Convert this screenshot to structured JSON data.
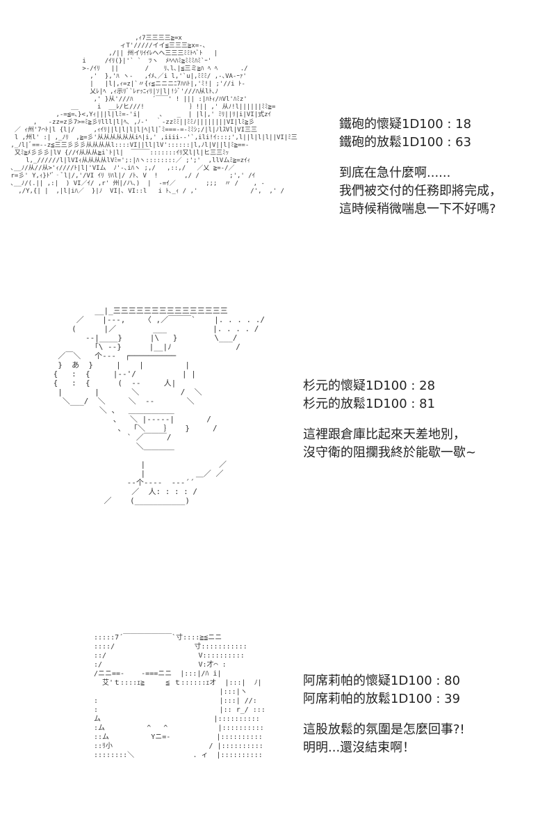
{
  "panels": [
    {
      "stats": [
        "鐵砲的懷疑1D100 : 18",
        "鐵砲的放鬆1D100 : 63"
      ],
      "dialogue": [
        "到底在急什麼啊......",
        "我們被交付的任務即將完成，",
        "這時候稍微喘息一下不好嗎?"
      ]
    },
    {
      "stats": [
        "杉元的懷疑1D100 : 28",
        "杉元的放鬆1D100 : 81"
      ],
      "dialogue": [
        "這裡跟倉庫比起來天差地別，",
        "沒守衛的阻攔我終於能歇一歇~"
      ]
    },
    {
      "stats": [
        "阿席莉帕的懷疑1D100 : 80",
        "阿席莉帕的放鬆1D100 : 39"
      ],
      "dialogue": [
        "這股放鬆的氛圍是怎麼回事?!",
        "明明...還沒結束啊！"
      ]
    }
  ],
  "art": {
    "panel1": "                                  ,ｨ7三三三三≧=x\n                              ィT'/////イイ≦三三三≧x=-､\n                           ,/|| 州イﾘｲｲﾚヘヘ三三三ﾐﾐﾄﾍﾞﾄ   |\n                    i     /ｲﾘ(}|'` `  ﾂヽ  ﾒﾍﾍﾊﾐ≧ﾐﾐﾐﾊﾐ`ｰ'\n                    >-/ｲﾘ   ||       /    ﾘ､l､|≦三ミ≧ﾊ ﾍ ﾍ      ./\n                      ,'  },'ﾊ ヽ-   ,ｲﾒ､／i l,'`u|,ﾐﾐﾐ/ ,-､VA‐ｰｧ'\n                      |   |l|,ｨ=z|`〃{ｨ≦ニニニﾆ7ﾊﾊﾄ|,'ﾐ!| ;'//i ﾄ-\n                      乂ﾚ|ﾍ ,ｨ示ﾘﾞ`ﾚrｯﾆｨﾘ|ｿ|l|!ｼﾞ'///ﾊ从lﾄ､ﾉ\n                       ,' }从'///ﾊ     ´￣￣' ! ||| :|ﾊﾄｨ/ﾊVl'ﾊﾐz'\n                 __     i  __ﾚ/ヒ///!            ｝!|| ,' 从ﾉ!l||||||ﾐﾐ≧=\n             ,-=≦=､}<,Yｨ|||l|lﾐ=-'i|     、   _  | |l|,' ﾐﾘ||ﾘ|i|VI|式zｲ\n       ,   -zz=z彡7>=ﾐ≧彡ﾘlll|l|ﾍ､ ,ﾉ-'  ｀-zzﾐﾐ||ﾐﾐﾉ||||||||VI|lﾐ≧彡\n  ／ ｨ州'7⌒ﾄ|l {l|/     ,ｨｲﾘ||l|l|l|l|ﾍ|l|ﾞﾐ===‐=-ﾐﾐｼ;/|l|ﾉlｽVl|VI三三\n  l ,州l' :| ,_ﾉﾘ  ,≧=彡'从从从从从从iﾍ|i,' ,iiii‐-'`,ili!ｲ:::;',l||l|l|l||VI|ﾐ三\n ,_ﾉl|ﾞ==--z≦三三彡彡彡从从从从l::::VI||ll|lV'::::::|l,ﾉl|V||l|ﾐ≧==-\n  又ﾐ≧ﾒ彡彡彡|lV {//ｲ从从从≧i`ﾄ|l|  ￣￣￣:::::::ｲﾘ又l|l|ヒ三三ﾐｯ\n     l,_//////l|lVIｨ从从从从lVﾐ=';:|ﾊヽ::::::::／ ;';'  ,llVムﾐ≧=zｲｨ\n ､__ﾉ/从//从>'ｨ////ﾄ|l|'VIム  ﾉ'-､iﾊヽ ;,/   ,::,/   ／乂 ≧=-/／\n r=彡' Y,ｨ}ﾄ'ﾞ‐ﾞl|/,'/VI ｲﾘ ﾘﾊl|/ /ﾄ､ V  !       ,/ /        ;',' /ｲ\n ､__ﾉ/(.|| ,:|  ) VI／ｲ/ ,r' 州|/ハ､)  |  -=ｲ／        ;;;  〃 /    , -\n   ,/Y,{| |  ,|l|iﾊ／  }|ﾉ  VI|､ VI::l   i ﾄ､_ｨ / ,'              /',  ,' /",
    "panel2": "          __|_三三三三三三三三三三三三三三三\n      ／    |‐‐-,    〈 ,／￣￣￣`    |. . . . ./\n     (      |／        ___          |. . . . /\n        ‐‐|____}      |\\   }        \\___/\n          ｢\\ ‐-}      |__|ﾉ              /\n  ／￣＼   个‐‐‐  ┌──────────\n  }  あ  }     |    |         |\n {   :  {     |‐‐'/          | |\n {   :  {      (  ‐‐     人|\n  |       |       ＼         /  ＼\n   ＼___/  ＼     ＼  ‐-       ＼\n           ＼ 、  ＿＿＿＿＿＿\n              、  ＼ |‐‐‐‐‐|       /\n               、 「＼    ｝   }     /\n                 ` ／￣￣￣/\n                   ＼＿＿＿＿\n\n                    |                ／\n                    |           ＿／ ／\n                 ‐-个‐‐‐‐  ‐‐‐´´\n                  ／  人: : : : /\n            ／    (___________)",
    "panel3": ":::::7´￣￣￣￣￣￣￣`寸::::≧≦ニニ\n::::/                   寸:::::::::::\n::/                      V::::::::::\n:/                       V:才⌒ :\n/ニニ==‐    ‐===ニニ  |:::|/ﾊ i|\n  艾'ｔ::::ｪ≧     ≦ ｔ::::::ｪオ  |:::|  ﾉ|\n                              |:::|ヽ\n:                             |:::| //:\n:                             |:: r_/ :::\nム                           |::::::::::\n:ム          ^   ^            |::::::::::\n::ム          Yニ=-           |::::::::::\n::ﾘ小                       / |::::::::::\n::::::::＼              . ィ  |::::::::::"
  }
}
